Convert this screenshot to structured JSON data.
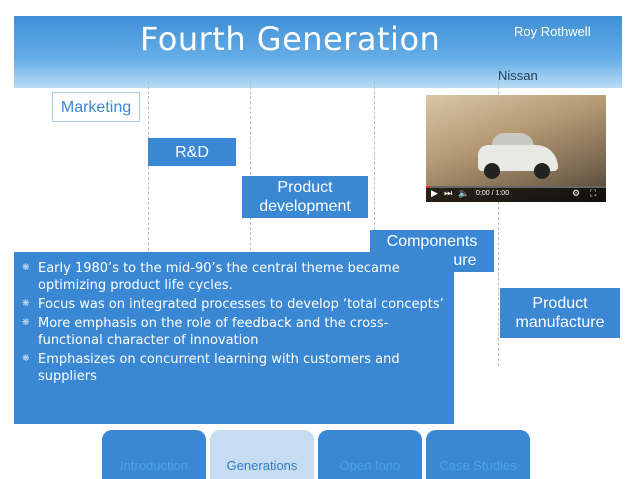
{
  "header": {
    "title": "Fourth Generation",
    "author": "Roy Rothwell",
    "company": "Nissan"
  },
  "stages": [
    {
      "label": "Marketing",
      "style": "light"
    },
    {
      "label": "R&D",
      "style": "filled"
    },
    {
      "label": "Product\ndevelopment",
      "style": "filled"
    },
    {
      "label": "Components\nmanufacture",
      "style": "filled"
    },
    {
      "label": "Product\nmanufacture",
      "style": "filled"
    }
  ],
  "video": {
    "icons": [
      "play-icon",
      "next-icon",
      "volume-icon",
      "settings-icon",
      "fullscreen-icon"
    ],
    "time": "0:00 / 1:00",
    "progress": 0.02
  },
  "bullets": [
    "Early 1980’s to the mid-90’s the central theme became optimizing product life cycles.",
    "Focus was on integrated processes to develop ‘total concepts’",
    "More emphasis on the role of feedback and the cross-functional character of innovation",
    "Emphasizes on concurrent learning with customers and suppliers"
  ],
  "nav_tabs": [
    {
      "label": "Introduction",
      "active": false
    },
    {
      "label": "Generations",
      "active": true
    },
    {
      "label": "Open Inno",
      "active": false
    },
    {
      "label": "Case Studies",
      "active": false
    }
  ],
  "colors": {
    "accent": "#3a88d4",
    "active_tab": "#c6dcf0"
  }
}
